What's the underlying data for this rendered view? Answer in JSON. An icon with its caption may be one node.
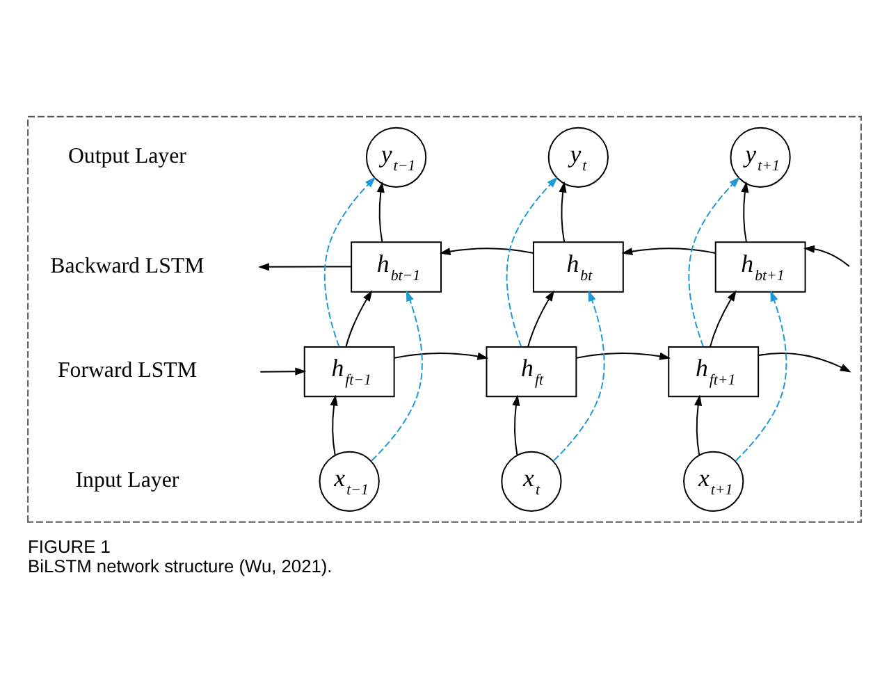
{
  "diagram": {
    "title": "FIGURE 1",
    "caption": "BiLSTM network structure (Wu, 2021).",
    "nodes": [
      {
        "text": [],
        "shape": "box"
      },
      {
        "text": [
          "y$_{t−1}$"
        ],
        "in": 0
      },
      {
        "text": [
          "y$_{t}$"
        ],
        "in": 0
      },
      {
        "text": [
          "y$_{t+1}$"
        ],
        "in": 0
      },
      {
        "text": [
          "h$_{bt−1}$"
        ],
        "in": 0
      },
      {
        "text": [
          "h$_{bt}$"
        ],
        "in": 0
      },
      {
        "text": [
          "h$_{bt+1}$"
        ],
        "in": 0
      },
      {
        "text": [
          "h$_{ft−1}$"
        ],
        "in": 0
      },
      {
        "text": [
          "h$_{ft}$"
        ],
        "in": 0
      },
      {
        "text": [
          "h$_{ft+1}$"
        ],
        "in": 0
      },
      {
        "text": [
          "x$_{t−1}$"
        ],
        "in": 0
      },
      {
        "text": [
          "x$_{t}$"
        ],
        "in": 0
      },
      {
        "text": [
          "x$_{t+1}$"
        ],
        "in": 0
      }
    ],
    "edges": [
      {
        "from": 10,
        "to": 7,
        "arrow": "to"
      },
      {
        "from": 11,
        "to": 8,
        "arrow": "to"
      },
      {
        "from": 12,
        "to": 9,
        "arrow": "to"
      },
      {
        "from": 7,
        "to": 4,
        "arrow": "to"
      },
      {
        "from": 8,
        "to": 5,
        "arrow": "to"
      },
      {
        "from": 9,
        "to": 6,
        "arrow": "to"
      },
      {
        "from": 4,
        "to": 1,
        "arrow": "to"
      },
      {
        "from": 5,
        "to": 2,
        "arrow": "to"
      },
      {
        "from": 6,
        "to": 3,
        "arrow": "to"
      },
      {
        "from": null,
        "to": 7,
        "arrow": "to"
      },
      {
        "from": 7,
        "to": 8,
        "arrow": "to"
      },
      {
        "from": 8,
        "to": 9,
        "arrow": "to"
      },
      {
        "from": 9,
        "to": null,
        "arrow": "to"
      },
      {
        "from": null,
        "to": 6,
        "arrow": "to"
      },
      {
        "from": 6,
        "to": 5,
        "arrow": "to"
      },
      {
        "from": 5,
        "to": 4,
        "arrow": "to"
      },
      {
        "from": 4,
        "to": null,
        "arrow": "to"
      },
      {
        "from": 10,
        "to": 4,
        "arrow": "to",
        "style": "dashed",
        "color": "#1f9ad6"
      },
      {
        "from": 11,
        "to": 5,
        "arrow": "to",
        "style": "dashed",
        "color": "#1f9ad6"
      },
      {
        "from": 12,
        "to": 6,
        "arrow": "to",
        "style": "dashed",
        "color": "#1f9ad6"
      },
      {
        "from": 7,
        "to": 1,
        "arrow": "to",
        "style": "dashed",
        "color": "#1f9ad6"
      },
      {
        "from": 8,
        "to": 2,
        "arrow": "to",
        "style": "dashed",
        "color": "#1f9ad6"
      },
      {
        "from": 9,
        "to": 3,
        "arrow": "to",
        "style": "dashed",
        "color": "#1f9ad6"
      }
    ],
    "labels": [
      "Output Layer",
      "Backward LSTM",
      "Forward LSTM",
      "Input Layer"
    ]
  }
}
